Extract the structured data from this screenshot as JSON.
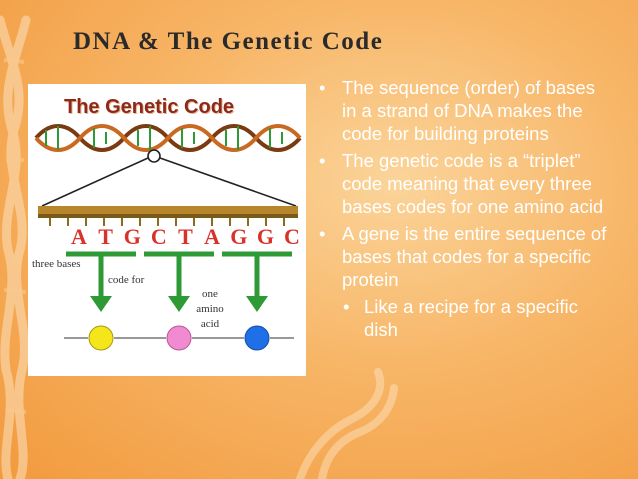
{
  "slide": {
    "title": "DNA & The Genetic Code",
    "bullets": [
      "The sequence (order) of bases in a strand of DNA makes the code for building proteins",
      "The genetic code is a “triplet” code meaning that every three bases codes for one amino acid",
      "A gene is the entire sequence of bases that codes for a specific protein"
    ],
    "sub_bullets": [
      "Like a recipe for a specific dish"
    ]
  },
  "figure": {
    "title": "The Genetic Code",
    "bases": [
      "A",
      "T",
      "G",
      "C",
      "T",
      "A",
      "G",
      "G",
      "C"
    ],
    "label_three_bases": "three bases",
    "label_code_for": "code for",
    "label_one": "one",
    "label_amino": "amino",
    "label_acid": "acid",
    "amino_colors": [
      "#f5e61c",
      "#f28ad2",
      "#1f6fe6"
    ]
  },
  "colors": {
    "title": "#2a2a2a",
    "bullet_text": "#ffffff",
    "figure_title": "#8c2a1a",
    "base_letters": "#d9322a",
    "arrow": "#2e9a36"
  }
}
